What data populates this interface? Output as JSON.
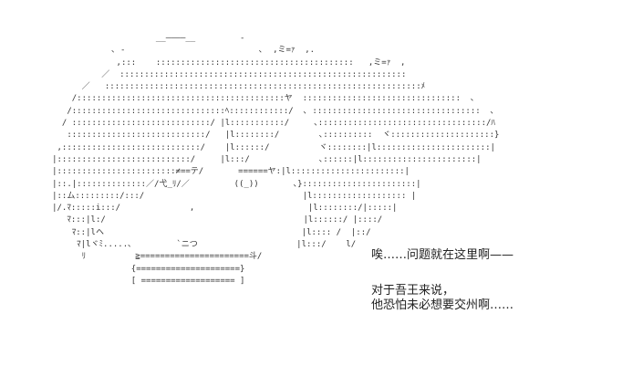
{
  "art_lines": [
    "                          __――――__         -   ",
    "                 ､ ‐                           ､  ,ミ=ｧ  ,.",
    "                  ,:::    ::::::::::::::::::::::::::::::::::::::::   ,ミ=ｧ  ,",
    "               ／  ::::::::::::::::::::::::::::::::::::::::::::::::::::::::::",
    "           ／   ::::::::::::::::::::::::::::::::::::::::::::::::::::::::::::::::ﾒ",
    "         /::::::::::::::::::::::::::::::::::::::::::ヤ  ::::::::::::::::::::::::::::::::  ､",
    "        /:::::::::::::::::::::::::::::::ﾍ::::::::::::/  ､ ::::::::::::::::::::::::::::::::::  ､",
    "       / ::::::::::::::::::::::::::::/ |l:::::::::::/     ､::::::::::::::::::::::::::::::::::/ﾊ",
    "        ::::::::::::::::::::::::::::/   |l::::::::/        ､::::::::::  ヾ:::::::::::::::::::::}",
    "      ,::::::::::::::::::::::::::::/    |l::::::/          ヾ::::::::|l:::::::::::::::::::::::|",
    "     |:::::::::::::::::::::::::::/     |l:::/              ､::::::|l:::::::::::::::::::::::|",
    "     |::::::::::::::::::::::::≠==テ/       ======ヤ:|l:::::::::::::::::::::::|",
    "     |::.|::::::::::::::／/弋_ﾘ/／         ((_))       ､}:::::::::::::::::::::::|",
    "     |::ム:::::::::/:::/                                |l::::::::::::::::::: |",
    "     |/.ﾏ:::::i:::/              ,                       |l::::::::/|:::::|",
    "        ﾏ:::|l:/                                        |l::::::/ |::::/",
    "         ﾏ::|lヘ                                        |l:::: /  |::/",
    "          ﾏ|lヾﾐ.....､         `ニつ                    |l:::/    l/",
    "           ﾘ          ≧======================斗/",
    "                     {=====================}",
    "                     [ =================== ]"
  ],
  "dialogue": {
    "line1": "唉……问题就在这里啊——",
    "line2": "对于吾王来说，",
    "line3": "他恐怕未必想要交州啊……"
  }
}
